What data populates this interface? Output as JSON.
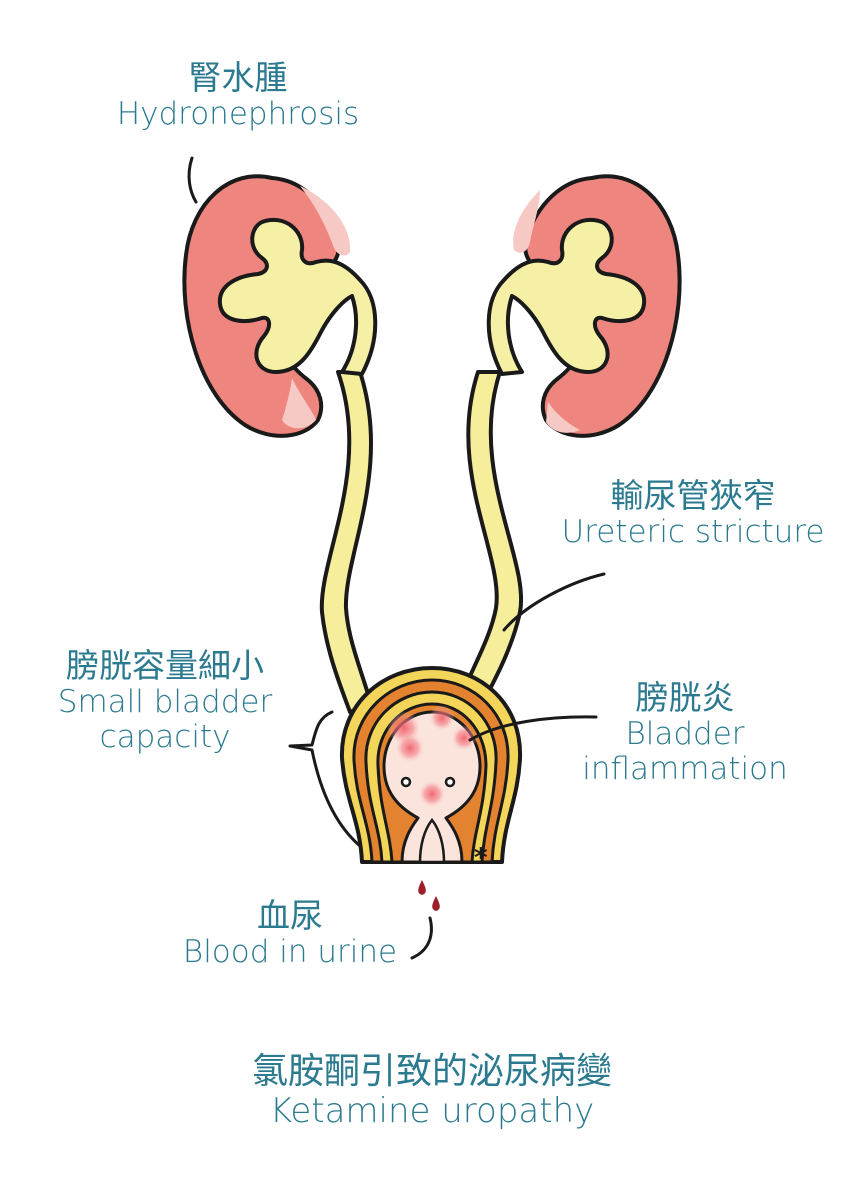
{
  "labels": {
    "hydronephrosis": {
      "zh": "腎水腫",
      "en": "Hydronephrosis"
    },
    "ureteric_stricture": {
      "zh": "輸尿管狹窄",
      "en": "Ureteric stricture"
    },
    "small_bladder_capacity": {
      "zh": "膀胱容量細小",
      "en_line1": "Small bladder",
      "en_line2": "capacity"
    },
    "bladder_inflammation": {
      "zh": "膀胱炎",
      "en_line1": "Bladder",
      "en_line2": "inflammation"
    },
    "blood_in_urine": {
      "zh": "血尿",
      "en": "Blood in urine"
    }
  },
  "title": {
    "zh": "氯胺酮引致的泌尿病變",
    "en": "Ketamine uropathy"
  },
  "marker": "*",
  "colors": {
    "label_text": "#2b7a8f",
    "kidney_cortex": "#ef857f",
    "kidney_highlight": "#f7c9c4",
    "pelvis_fill": "#f6f0a6",
    "ureter_fill": "#f6ee9a",
    "bladder_outer": "#e3832f",
    "bladder_yellow": "#f3d55a",
    "bladder_inner": "#fbe4dc",
    "inflammation_spot": "#f36b73",
    "blood_drop": "#9c1f2c",
    "outline": "#1a1a1a"
  }
}
